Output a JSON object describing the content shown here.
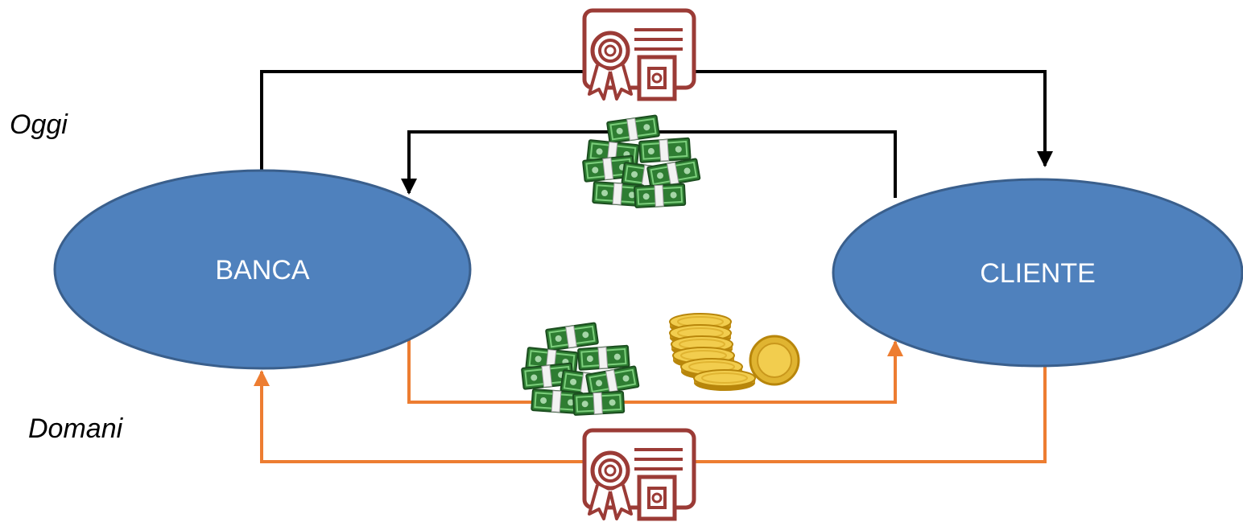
{
  "labels": {
    "today": "Oggi",
    "tomorrow": "Domani"
  },
  "nodes": {
    "bank": {
      "label": "BANCA"
    },
    "client": {
      "label": "CLIENTE"
    }
  },
  "icons": {
    "certificate": "certificate-icon",
    "banknotes": "banknotes-stack-icon",
    "coins": "gold-coins-icon"
  },
  "colors": {
    "node_fill": "#4f81bd",
    "node_stroke": "#3a5f8c",
    "today_flow": "#000000",
    "tomorrow_flow": "#ed7d31",
    "certificate": "#9b3b36",
    "money_green": "#2e7d32",
    "coin_gold": "#e0b431"
  }
}
